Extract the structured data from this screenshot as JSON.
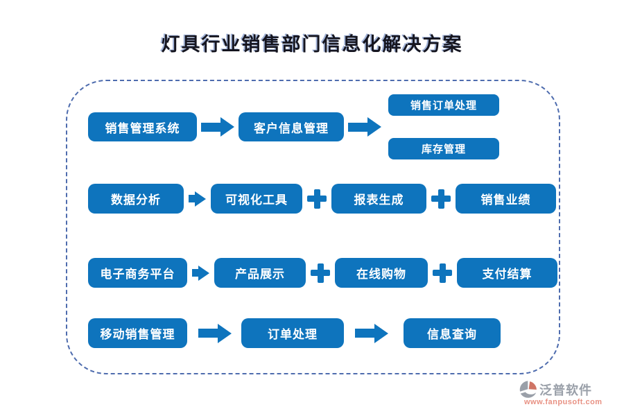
{
  "title": "灯具行业销售部门信息化解决方案",
  "flow": {
    "row1": {
      "box1": "销售管理系统",
      "box2": "客户信息管理",
      "out1": "销售订单处理",
      "out2": "库存管理"
    },
    "row2": {
      "box1": "数据分析",
      "box2": "可视化工具",
      "box3": "报表生成",
      "box4": "销售业绩"
    },
    "row3": {
      "box1": "电子商务平台",
      "box2": "产品展示",
      "box3": "在线购物",
      "box4": "支付结算"
    },
    "row4": {
      "box1": "移动销售管理",
      "box2": "订单处理",
      "box3": "信息查询"
    }
  },
  "colors": {
    "node_blue": "#0e74bd",
    "frame_dash": "#4e6cae",
    "title_text": "#15151f",
    "logo_gray": "#9aa0a9",
    "logo_salmon": "#e89183"
  },
  "logo": {
    "name": "泛普软件",
    "url": "www.fanpusoft.com"
  }
}
